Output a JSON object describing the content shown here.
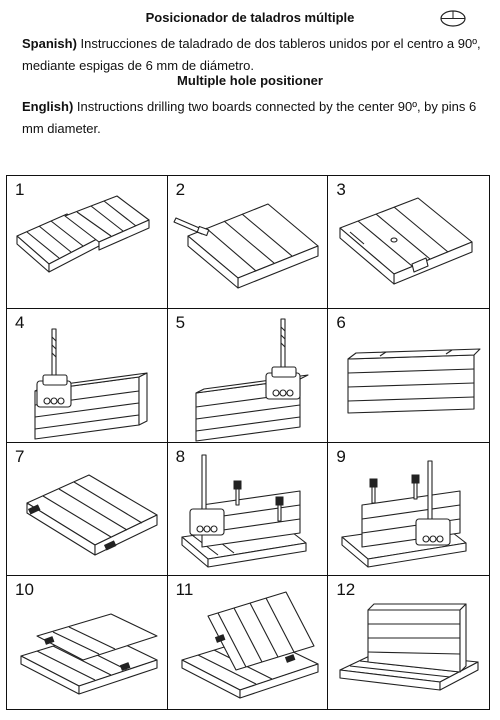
{
  "header": {
    "title": "Posicionador de taladros múltiple",
    "subtitle": "Multiple hole positioner"
  },
  "spanish": {
    "lang_label": "Spanish)",
    "text": " Instrucciones de taladrado de dos tableros unidos por el centro a 90º, mediante espigas de  6 mm de diámetro."
  },
  "english": {
    "lang_label": "English)",
    "text": " Instructions drilling two boards connected by the center 90º, by pins 6 mm diameter."
  },
  "steps": [
    {
      "number": "1"
    },
    {
      "number": "2"
    },
    {
      "number": "3"
    },
    {
      "number": "4"
    },
    {
      "number": "5"
    },
    {
      "number": "6"
    },
    {
      "number": "7"
    },
    {
      "number": "8"
    },
    {
      "number": "9"
    },
    {
      "number": "10"
    },
    {
      "number": "11"
    },
    {
      "number": "12"
    }
  ],
  "icons": {
    "logo": "jig-logo-icon"
  }
}
